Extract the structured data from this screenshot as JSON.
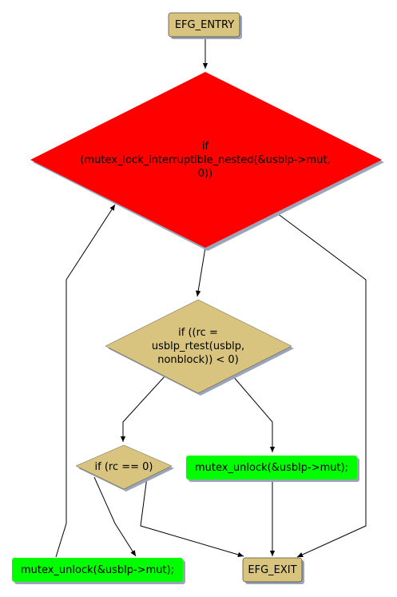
{
  "colors": {
    "process": "#d8c47f",
    "decision": "#d8c47f",
    "highlight": "#ff0000",
    "action": "#00ff00",
    "shadow": "#9aa6b8",
    "edge": "#000000"
  },
  "nodes": {
    "entry": {
      "label": "EFG_ENTRY"
    },
    "mutex_lock_check": {
      "line1": "if",
      "line2": "(mutex_lock_interruptible_nested(&usblp->mut,",
      "line3": "0))"
    },
    "rtest_check": {
      "line1": "if ((rc =",
      "line2": "usblp_rtest(usblp,",
      "line3": "nonblock)) < 0)"
    },
    "rc_zero_check": {
      "label": "if (rc == 0)"
    },
    "unlock_right": {
      "label": "mutex_unlock(&usblp->mut);"
    },
    "unlock_left": {
      "label": "mutex_unlock(&usblp->mut);"
    },
    "exit": {
      "label": "EFG_EXIT"
    }
  }
}
